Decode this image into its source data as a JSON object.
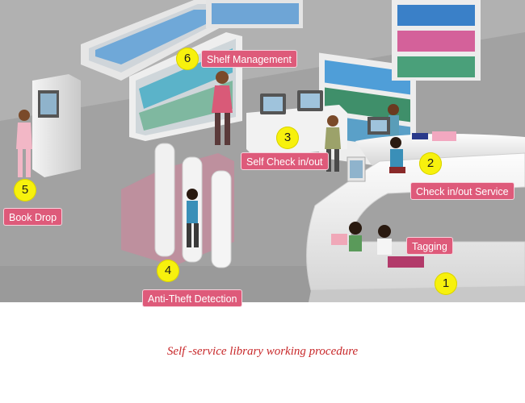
{
  "caption": "Self -service library working procedure",
  "steps": [
    {
      "number": "1",
      "label": "Tagging"
    },
    {
      "number": "2",
      "label": "Check in/out Service"
    },
    {
      "number": "3",
      "label": "Self Check in/out"
    },
    {
      "number": "4",
      "label": "Anti-Theft Detection"
    },
    {
      "number": "5",
      "label": "Book Drop"
    },
    {
      "number": "6",
      "label": "Shelf Management"
    }
  ],
  "colors": {
    "label_bg": "#de5a7a",
    "badge": "#f7f10d",
    "caption": "#c8282a",
    "floor": "#9d9d9d",
    "gate_beam": "#e07a98"
  }
}
